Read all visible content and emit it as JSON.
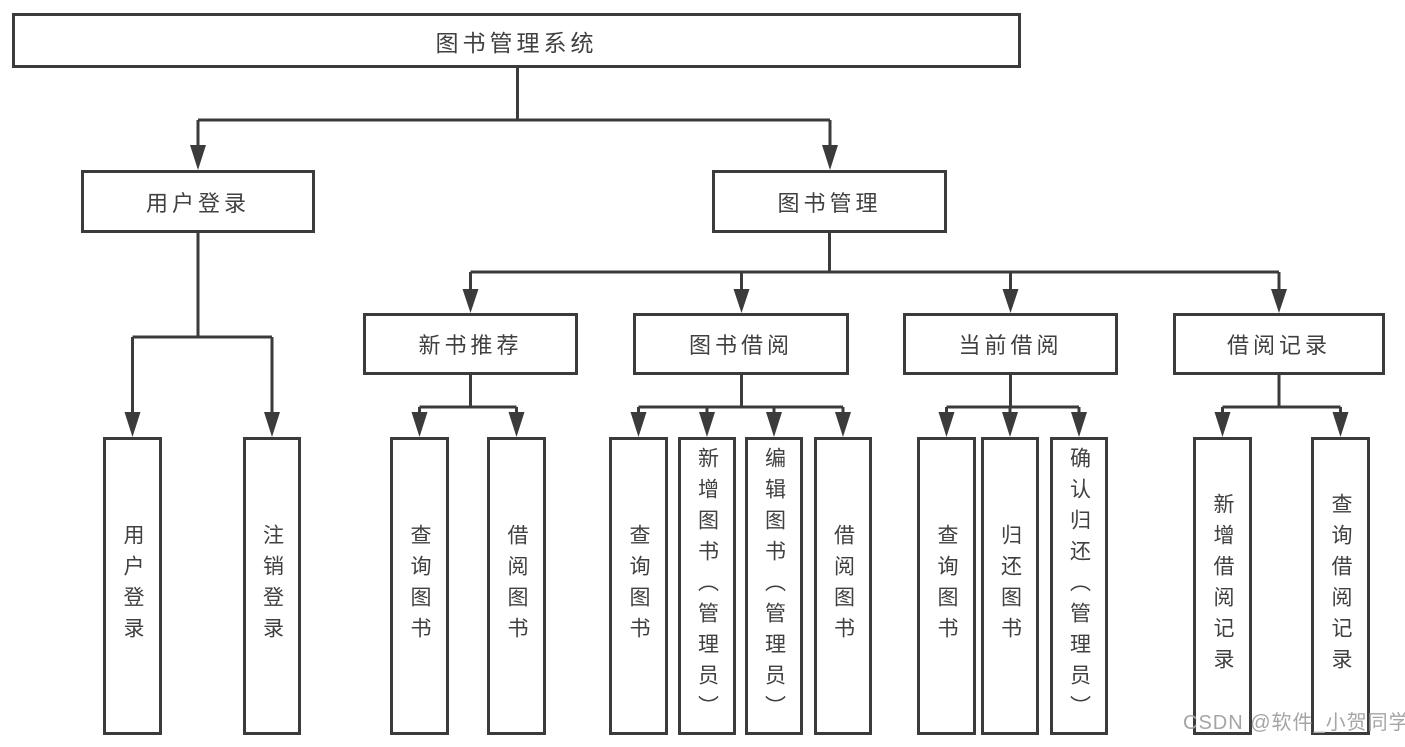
{
  "tree": {
    "root": "图书管理系统",
    "login": {
      "label": "用户登录",
      "children": [
        "用户登录",
        "注销登录"
      ]
    },
    "management": {
      "label": "图书管理",
      "groups": [
        {
          "label": "新书推荐",
          "children": [
            "查询图书",
            "借阅图书"
          ]
        },
        {
          "label": "图书借阅",
          "children": [
            "查询图书",
            "新增图书（管理员）",
            "编辑图书（管理员）",
            "借阅图书"
          ]
        },
        {
          "label": "当前借阅",
          "children": [
            "查询图书",
            "归还图书",
            "确认归还（管理员）"
          ]
        },
        {
          "label": "借阅记录",
          "children": [
            "新增借阅记录",
            "查询借阅记录"
          ]
        }
      ]
    }
  },
  "watermark": "CSDN @软件_小贺同学",
  "colors": {
    "line": "#3b3b3b",
    "text": "#404040",
    "watermark": "#a5a5a5"
  }
}
